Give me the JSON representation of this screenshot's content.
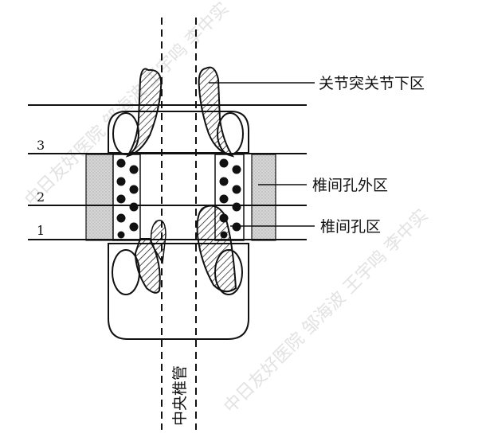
{
  "diagram": {
    "labels": {
      "facet_infra": "关节突关节下区",
      "extraforaminal": "椎间孔外区",
      "foraminal": "椎间孔区",
      "central_canal": "中央椎管"
    },
    "level_numbers": [
      "3",
      "2",
      "1"
    ]
  },
  "watermark": {
    "texts": [
      "中日友好医院 邹海波 王宇鸣 李中实",
      "中日友好医院 邹海波 王宇鸣 李中实"
    ]
  },
  "colors": {
    "line": "#111111",
    "stipple_fill": "#d6d6d6",
    "hatch": "#111111"
  }
}
